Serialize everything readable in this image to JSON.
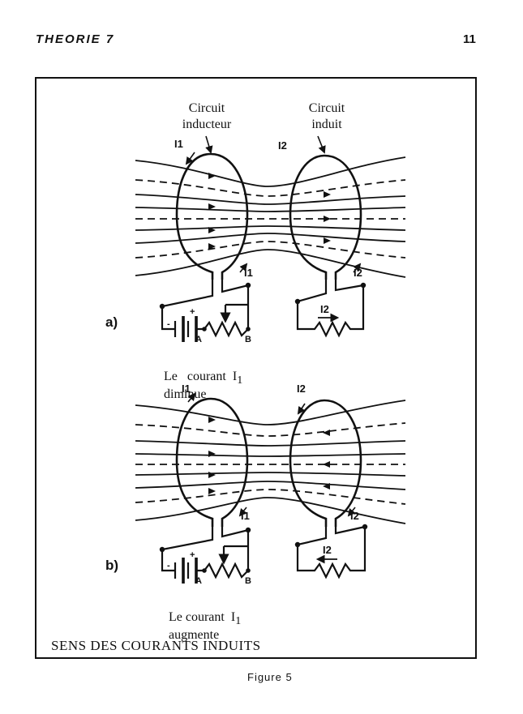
{
  "header": {
    "left": "THEORIE 7",
    "right": "11"
  },
  "labels": {
    "circuit_inducteur": "Circuit\ninducteur",
    "circuit_induit": "Circuit\ninduit",
    "i1": "I1",
    "i2": "I2",
    "plus": "+",
    "minus": "-",
    "a": "A",
    "b": "B"
  },
  "panel_a": {
    "letter": "a)",
    "caption_prefix": "Le   courant  I",
    "caption_sub": "1",
    "caption_suffix": "diminue"
  },
  "panel_b": {
    "letter": "b)",
    "caption_prefix": "Le courant  I",
    "caption_sub": "1",
    "caption_suffix": "augmente"
  },
  "footer_title": "SENS DES COURANTS INDUITS",
  "figure_caption": "Figure 5"
}
